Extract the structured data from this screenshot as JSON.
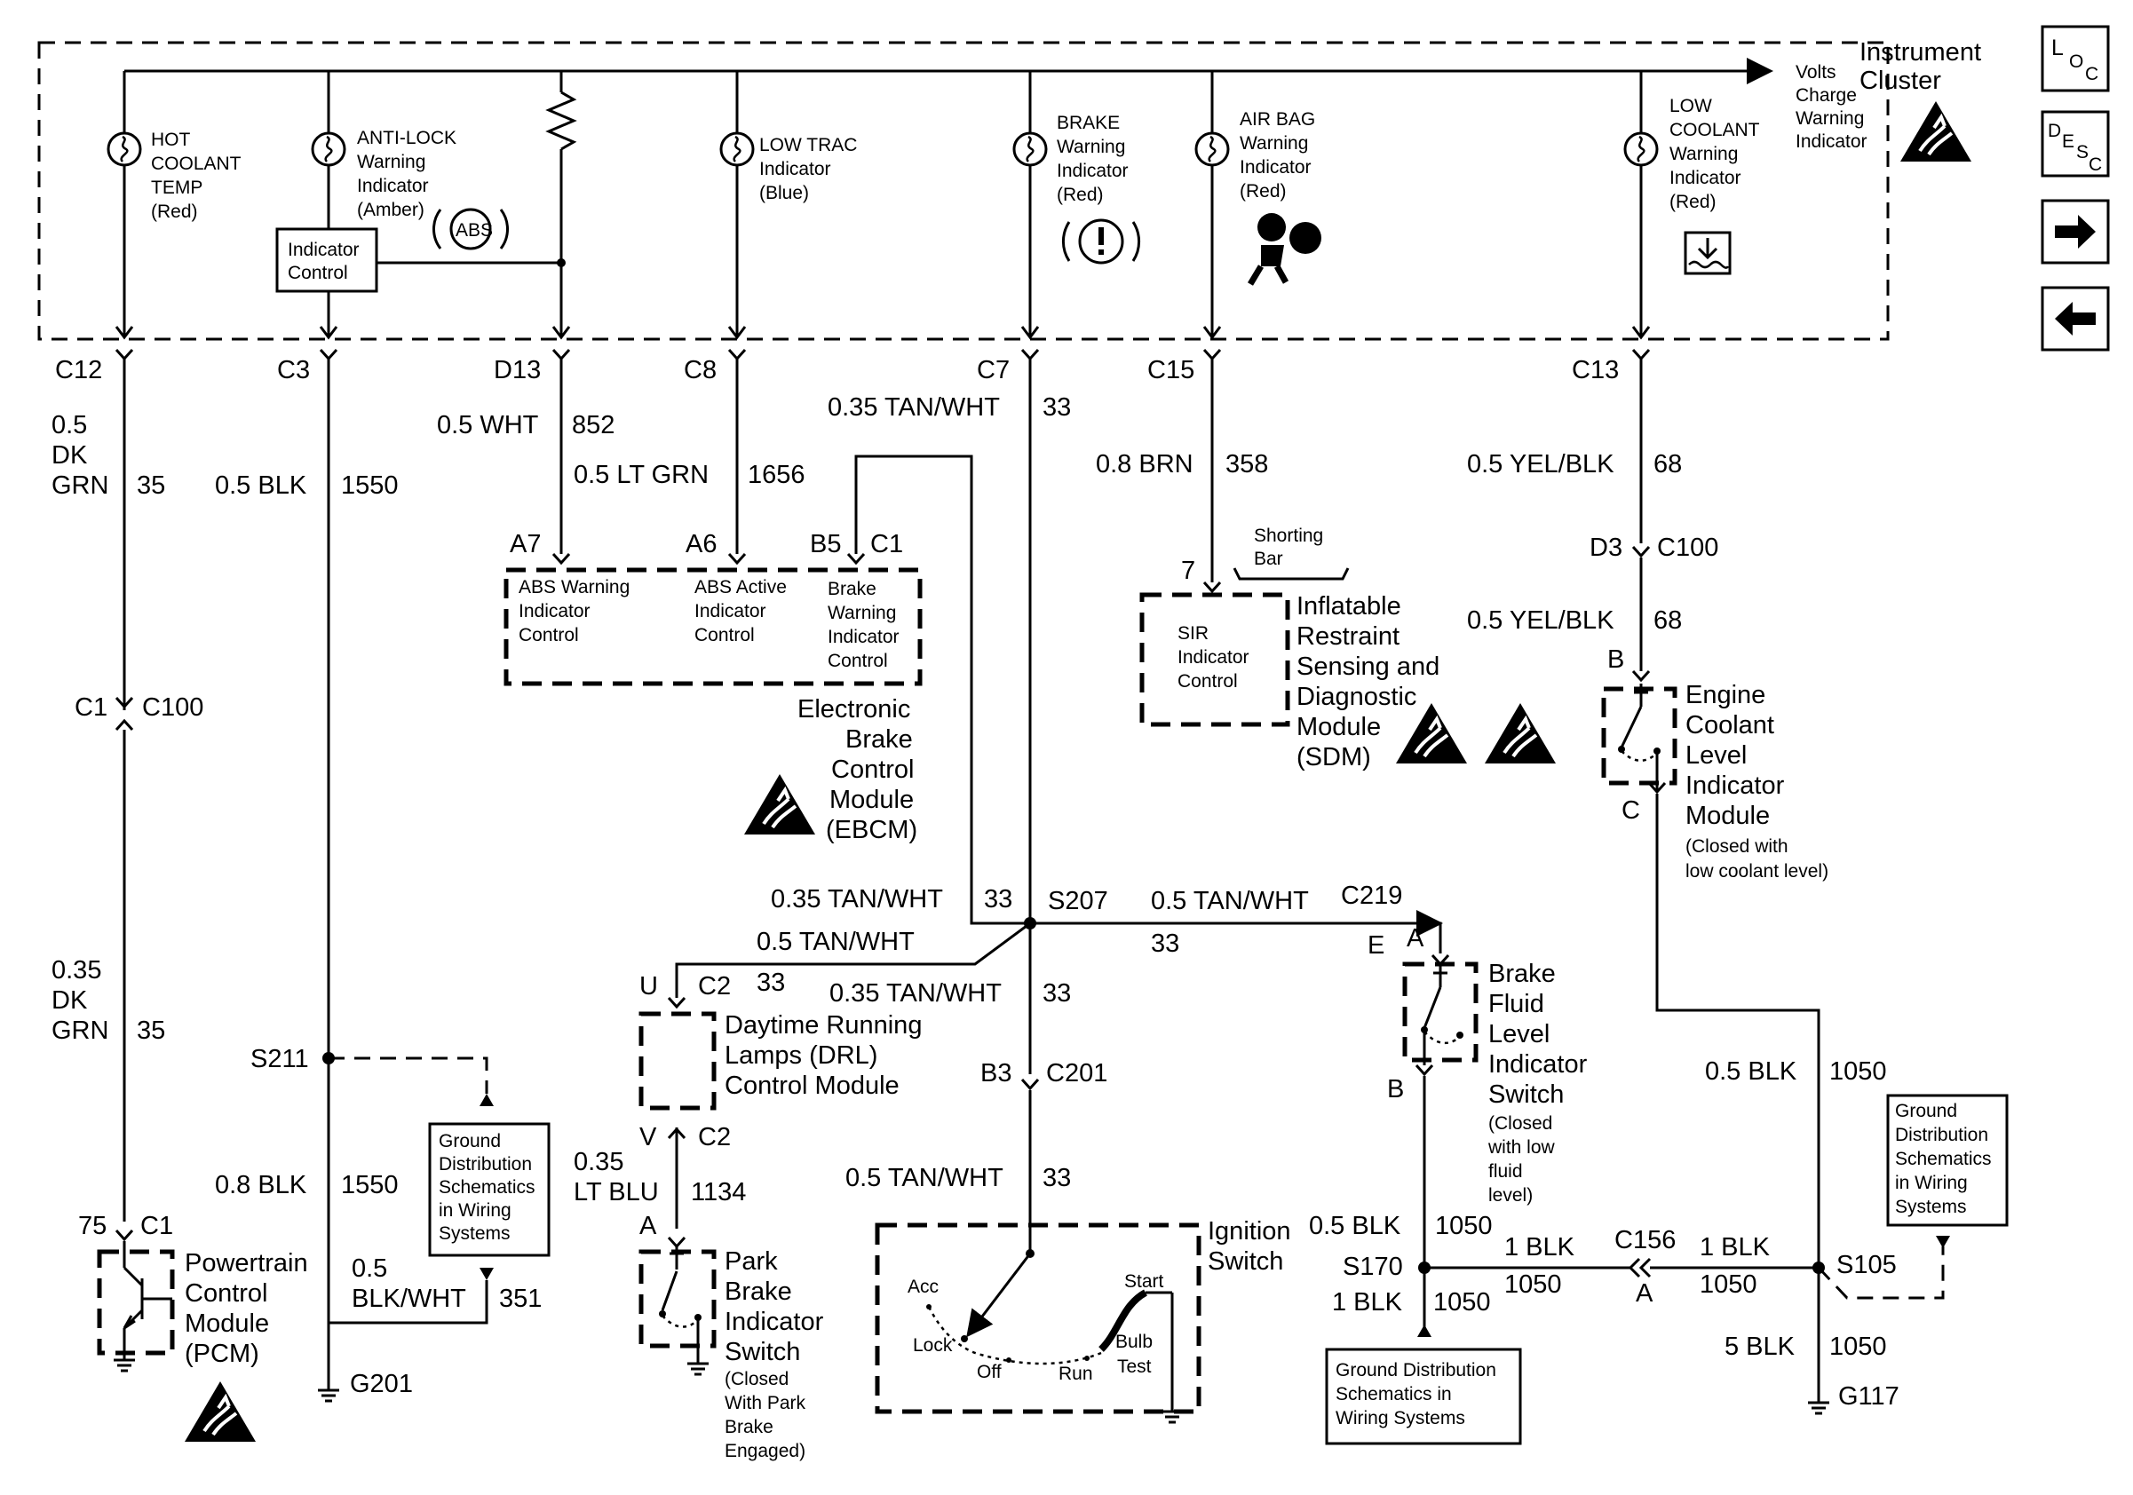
{
  "instrument_cluster": {
    "title_line1": "Instrument",
    "title_line2": "Cluster",
    "volts": [
      "Volts",
      "Charge",
      "Warning",
      "Indicator"
    ],
    "hot_coolant": [
      "HOT",
      "COOLANT",
      "TEMP",
      "(Red)"
    ],
    "anti_lock": [
      "ANTI-LOCK",
      "Warning",
      "Indicator",
      "(Amber)"
    ],
    "indicator_control": [
      "Indicator",
      "Control"
    ],
    "abs_symbol": "ABS",
    "low_trac": [
      "LOW TRAC",
      "Indicator",
      "(Blue)"
    ],
    "brake": [
      "BRAKE",
      "Warning",
      "Indicator",
      "(Red)"
    ],
    "air_bag": [
      "AIR BAG",
      "Warning",
      "Indicator",
      "(Red)"
    ],
    "low_coolant": [
      "LOW",
      "COOLANT",
      "Warning",
      "Indicator",
      "(Red)"
    ]
  },
  "nav": {
    "loc": [
      "L",
      "O",
      "C"
    ],
    "desc": [
      "D",
      "E",
      "S",
      "C"
    ]
  },
  "connectors": {
    "c12": "C12",
    "c3": "C3",
    "d13": "D13",
    "c8": "C8",
    "c7": "C7",
    "c15": "C15",
    "c13": "C13",
    "c1": "C1",
    "c100": "C100",
    "a7": "A7",
    "a6": "A6",
    "b5": "B5",
    "c1b": "C1",
    "seven": "7",
    "d3": "D3",
    "c100b": "C100",
    "b_ecl": "B",
    "c_ecl": "C",
    "s207": "S207",
    "c219": "C219",
    "e": "E",
    "a_bf": "A",
    "b_bf": "B",
    "u": "U",
    "c2a": "C2",
    "v": "V",
    "c2b": "C2",
    "a_pb": "A",
    "b3": "B3",
    "c201": "C201",
    "s211": "S211",
    "c1_pcm": "C1",
    "n75": "75",
    "g201": "G201",
    "s170": "S170",
    "c156": "C156",
    "a_c156": "A",
    "s105": "S105",
    "g117": "G117"
  },
  "wires": {
    "c12_size": [
      "0.5",
      "DK",
      "GRN"
    ],
    "c12_circ": "35",
    "c3_size": "0.5 BLK",
    "c3_circ": "1550",
    "d13_size": "0.5 WHT",
    "d13_circ": "852",
    "c8_size": "0.5 LT GRN",
    "c8_circ": "1656",
    "c7_size": "0.35 TAN/WHT",
    "c7_circ": "33",
    "c15_size": "0.8 BRN",
    "c15_circ": "358",
    "c13_size": "0.5 YEL/BLK",
    "c13_circ": "68",
    "d3_size": "0.5 YEL/BLK",
    "d3_circ": "68",
    "pcm_size": [
      "0.35",
      "DK",
      "GRN"
    ],
    "pcm_circ": "35",
    "s207_left_size": "0.35 TAN/WHT",
    "s207_left_circ": "33",
    "s207_right_size": "0.5 TAN/WHT",
    "s207_right_circ": "33",
    "drl_size": "0.5 TAN/WHT",
    "drl_circ": "33",
    "down_size": "0.35 TAN/WHT",
    "down_circ": "33",
    "ign_size": "0.5 TAN/WHT",
    "ign_circ": "33",
    "pb_size": [
      "0.35",
      "LT BLU"
    ],
    "pb_circ": "1134",
    "s211_size": "0.8 BLK",
    "s211_circ": "1550",
    "pcm_gnd_size": [
      "0.5",
      "BLK/WHT"
    ],
    "pcm_gnd_circ": "351",
    "ecl_gnd_size": "0.5 BLK",
    "ecl_gnd_circ": "1050",
    "s170_up_size": "0.5 BLK",
    "s170_up_circ": "1050",
    "s170_r_size": "1 BLK",
    "s170_r_circ": "1050",
    "s170_dn_size": "1 BLK",
    "s170_dn_circ": "1050",
    "c156_r_size": "1 BLK",
    "c156_r_circ": "1050",
    "g117_size": "5 BLK",
    "g117_circ": "1050"
  },
  "modules": {
    "ebcm_abs_warning": [
      "ABS Warning",
      "Indicator",
      "Control"
    ],
    "ebcm_abs_active": [
      "ABS Active",
      "Indicator",
      "Control"
    ],
    "ebcm_brake": [
      "Brake",
      "Warning",
      "Indicator",
      "Control"
    ],
    "ebcm_name": [
      "Electronic",
      "Brake",
      "Control",
      "Module",
      "(EBCM)"
    ],
    "shorting_bar": [
      "Shorting",
      "Bar"
    ],
    "sir": [
      "SIR",
      "Indicator",
      "Control"
    ],
    "sdm_name": [
      "Inflatable",
      "Restraint",
      "Sensing and",
      "Diagnostic",
      "Module",
      "(SDM)"
    ],
    "ecl_name": [
      "Engine",
      "Coolant",
      "Level",
      "Indicator",
      "Module"
    ],
    "ecl_note": [
      "(Closed with",
      "low coolant level)"
    ],
    "bf_name": [
      "Brake",
      "Fluid",
      "Level",
      "Indicator",
      "Switch"
    ],
    "bf_note": [
      "(Closed",
      "with low",
      "fluid",
      "level)"
    ],
    "drl_name": [
      "Daytime Running",
      "Lamps (DRL)",
      "Control Module"
    ],
    "pb_name": [
      "Park",
      "Brake",
      "Indicator",
      "Switch"
    ],
    "pb_note": [
      "(Closed",
      "With Park",
      "Brake",
      "Engaged)"
    ],
    "pcm_name": [
      "Powertrain",
      "Control",
      "Module",
      "(PCM)"
    ],
    "ign_name": [
      "Ignition",
      "Switch"
    ],
    "ign_pos": {
      "acc": "Acc",
      "lock": "Lock",
      "off": "Off",
      "run": "Run",
      "start": "Start",
      "bulb": "Bulb",
      "test": "Test"
    },
    "gds_left": [
      "Ground",
      "Distribution",
      "Schematics",
      "in Wiring",
      "Systems"
    ],
    "gds_bottom": [
      "Ground Distribution",
      "Schematics in",
      "Wiring Systems"
    ],
    "gds_right": [
      "Ground",
      "Distribution",
      "Schematics",
      "in Wiring",
      "Systems"
    ]
  }
}
